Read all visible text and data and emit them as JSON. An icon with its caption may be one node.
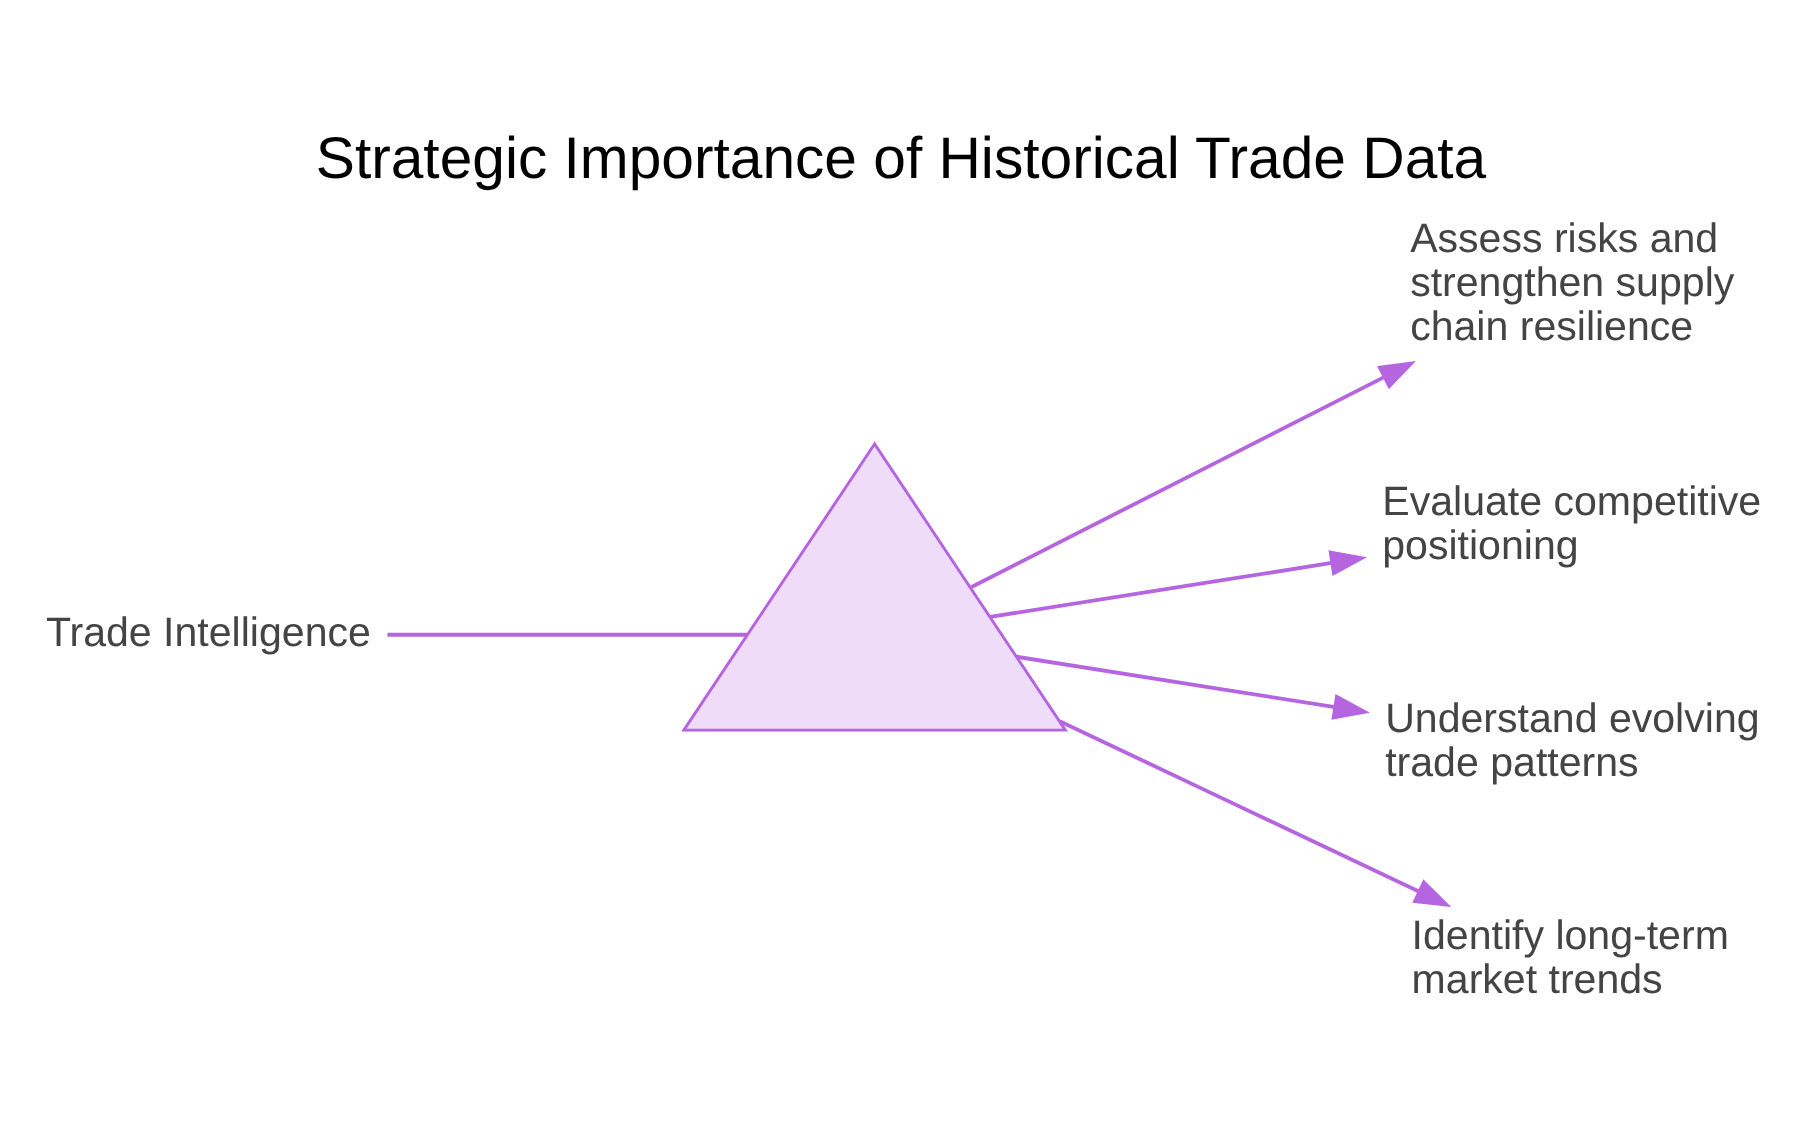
{
  "diagram": {
    "title": "Strategic Importance of Historical Trade Data",
    "nodes": [
      {
        "text": [
          "Trade Intelligence"
        ]
      },
      {
        "text": [],
        "shape": "prism"
      },
      {
        "text": [
          "Assess risks and strengthen supply chain resilience"
        ]
      },
      {
        "text": [
          "Evaluate competitive positioning"
        ]
      },
      {
        "text": [
          "Understand evolving trade patterns"
        ]
      },
      {
        "text": [
          "Identify long-term market trends"
        ]
      }
    ],
    "edges": [
      {
        "from": 0,
        "to": 1,
        "arrow": "none"
      },
      {
        "from": 1,
        "to": 2,
        "arrow": "to"
      },
      {
        "from": 1,
        "to": 3,
        "arrow": "to"
      },
      {
        "from": 1,
        "to": 4,
        "arrow": "to"
      },
      {
        "from": 1,
        "to": 5,
        "arrow": "to"
      }
    ]
  }
}
